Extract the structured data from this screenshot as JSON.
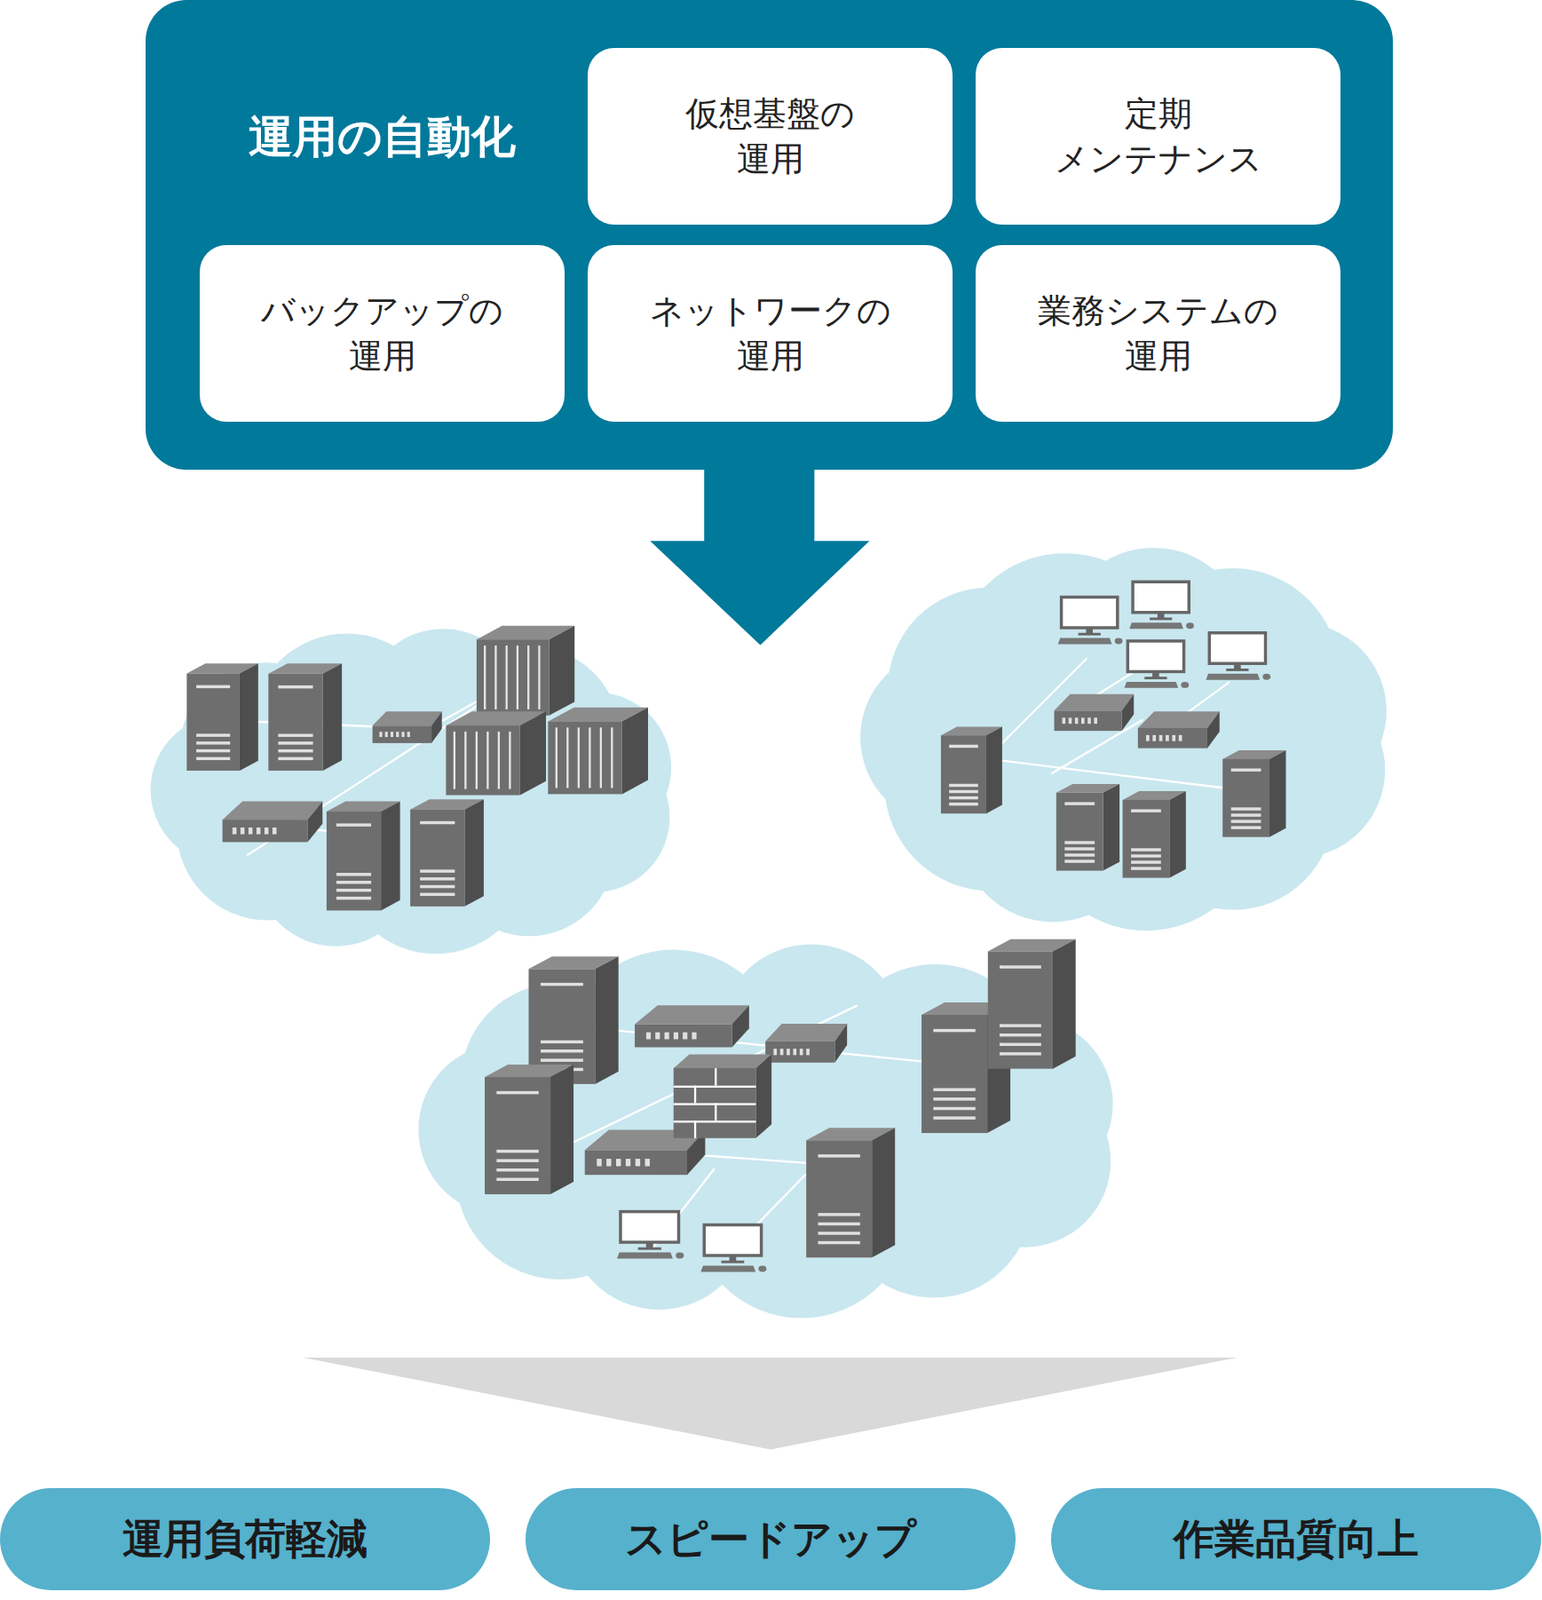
{
  "diagram": {
    "nodes": [
      {
        "text": [
          "運用の自動化"
        ]
      },
      {
        "text": [
          "仮想基盤の 運用"
        ],
        "in": 0
      },
      {
        "text": [
          "定期 メンテナンス"
        ],
        "in": 0
      },
      {
        "text": [
          "バックアップの 運用"
        ],
        "in": 0
      },
      {
        "text": [
          "ネットワークの 運用"
        ],
        "in": 0
      },
      {
        "text": [
          "業務システムの 運用"
        ],
        "in": 0
      },
      {
        "text": [
          "運用負荷軽減"
        ]
      },
      {
        "text": [
          "スピードアップ"
        ]
      },
      {
        "text": [
          "作業品質向上"
        ]
      }
    ]
  }
}
